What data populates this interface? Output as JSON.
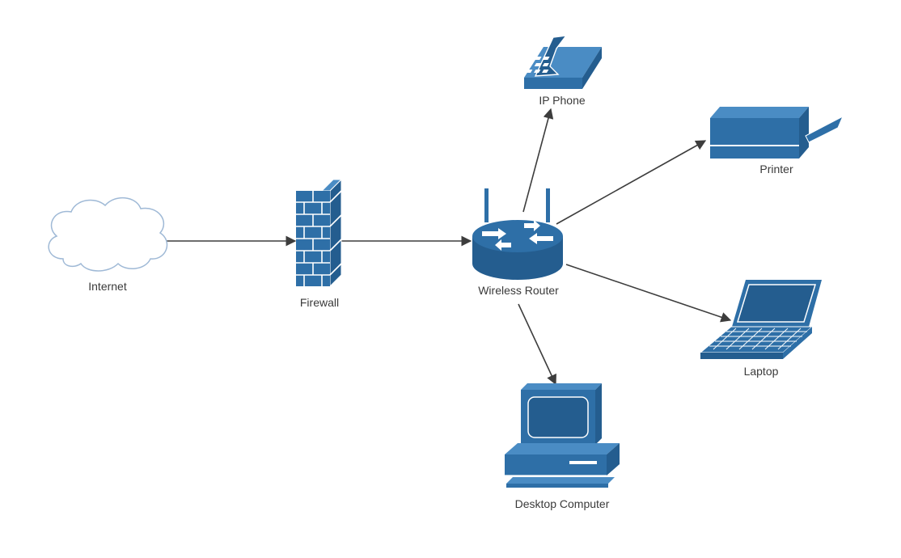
{
  "diagram": {
    "nodes": [
      {
        "id": "internet",
        "label": "Internet",
        "icon": "cloud-icon"
      },
      {
        "id": "firewall",
        "label": "Firewall",
        "icon": "brick-wall-icon"
      },
      {
        "id": "router",
        "label": "Wireless Router",
        "icon": "wireless-router-icon"
      },
      {
        "id": "phone",
        "label": "IP Phone",
        "icon": "desk-phone-icon"
      },
      {
        "id": "printer",
        "label": "Printer",
        "icon": "printer-icon"
      },
      {
        "id": "laptop",
        "label": "Laptop",
        "icon": "laptop-icon"
      },
      {
        "id": "desktop",
        "label": "Desktop Computer",
        "icon": "desktop-computer-icon"
      }
    ],
    "edges": [
      {
        "from": "internet",
        "to": "firewall"
      },
      {
        "from": "firewall",
        "to": "router"
      },
      {
        "from": "router",
        "to": "phone"
      },
      {
        "from": "router",
        "to": "printer"
      },
      {
        "from": "router",
        "to": "laptop"
      },
      {
        "from": "router",
        "to": "desktop"
      }
    ],
    "colors": {
      "icon_fill": "#2e6fa7",
      "icon_dark": "#245d8f",
      "icon_light": "#4a8cc4",
      "edge": "#3d3d3d",
      "cloud_stroke": "#9fb9d6",
      "label": "#3a3a3a"
    }
  }
}
